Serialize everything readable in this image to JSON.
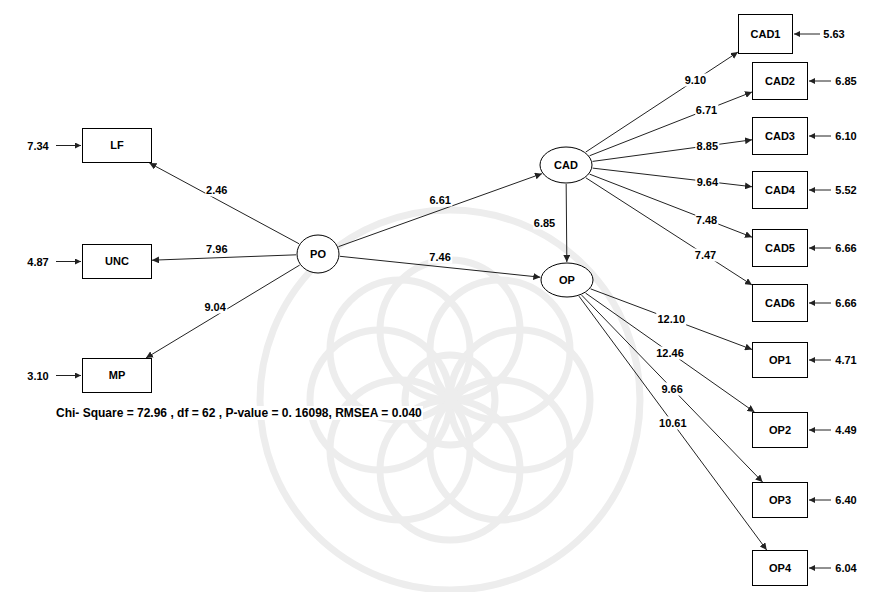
{
  "diagram": {
    "nodes": [
      {
        "text": [
          "LF"
        ]
      },
      {
        "text": [
          "UNC"
        ]
      },
      {
        "text": [
          "MP"
        ]
      },
      {
        "text": [
          "PO"
        ]
      },
      {
        "text": [
          "CAD"
        ]
      },
      {
        "text": [
          "OP"
        ]
      },
      {
        "text": [
          "CAD1"
        ]
      },
      {
        "text": [
          "CAD2"
        ]
      },
      {
        "text": [
          "CAD3"
        ]
      },
      {
        "text": [
          "CAD4"
        ]
      },
      {
        "text": [
          "CAD5"
        ]
      },
      {
        "text": [
          "CAD6"
        ]
      },
      {
        "text": [
          "OP1"
        ]
      },
      {
        "text": [
          "OP2"
        ]
      },
      {
        "text": [
          "OP3"
        ]
      },
      {
        "text": [
          "OP4"
        ]
      }
    ],
    "edges": [
      {
        "from": 3,
        "to": 0,
        "label": "2.46",
        "arrow": "to"
      },
      {
        "from": 3,
        "to": 1,
        "label": "7.96",
        "arrow": "to"
      },
      {
        "from": 3,
        "to": 2,
        "label": "9.04",
        "arrow": "to"
      },
      {
        "from": 3,
        "to": 4,
        "label": "6.61",
        "arrow": "to"
      },
      {
        "from": 3,
        "to": 5,
        "label": "7.46",
        "arrow": "to"
      },
      {
        "from": 4,
        "to": 5,
        "label": "6.85",
        "arrow": "to"
      },
      {
        "from": 4,
        "to": 6,
        "label": "9.10",
        "arrow": "to"
      },
      {
        "from": 4,
        "to": 7,
        "label": "6.71",
        "arrow": "to"
      },
      {
        "from": 4,
        "to": 8,
        "label": "8.85",
        "arrow": "to"
      },
      {
        "from": 4,
        "to": 9,
        "label": "9.64",
        "arrow": "to"
      },
      {
        "from": 4,
        "to": 10,
        "label": "7.48",
        "arrow": "to"
      },
      {
        "from": 4,
        "to": 11,
        "label": "7.47",
        "arrow": "to"
      },
      {
        "from": 5,
        "to": 12,
        "label": "12.10",
        "arrow": "to"
      },
      {
        "from": 5,
        "to": 13,
        "label": "12.46",
        "arrow": "to"
      },
      {
        "from": 5,
        "to": 14,
        "label": "9.66",
        "arrow": "to"
      },
      {
        "from": 5,
        "to": 15,
        "label": "10.61",
        "arrow": "to"
      }
    ],
    "labels": [
      "7.34",
      "4.87",
      "3.10",
      "5.63",
      "6.85",
      "6.10",
      "5.52",
      "6.66",
      "6.66",
      "4.71",
      "4.49",
      "6.40",
      "6.04",
      "Chi- Square = 72.96 , df = 62 , P-value = 0. 16098, RMSEA = 0.040"
    ]
  }
}
